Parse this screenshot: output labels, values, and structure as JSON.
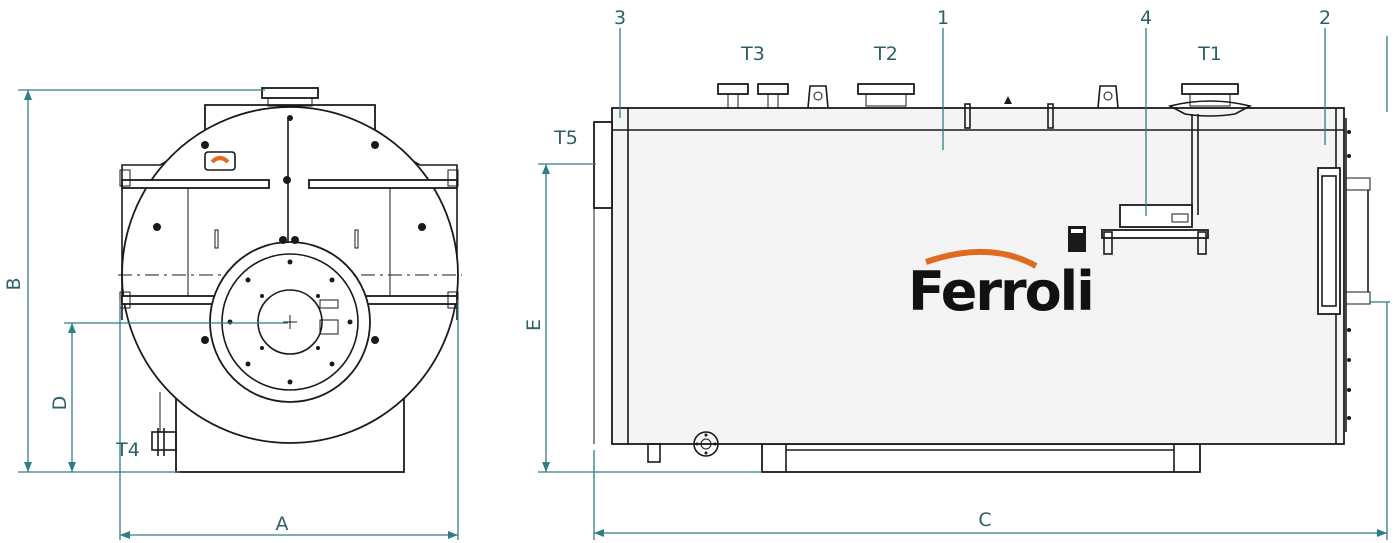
{
  "diagram": {
    "brand_logo": "Ferroli",
    "dimension_labels": {
      "width": "A",
      "height": "B",
      "length": "C",
      "flue_height": "D",
      "connection_height": "E"
    },
    "connection_labels": {
      "t1": "T1",
      "t2": "T2",
      "t3": "T3",
      "t4": "T4",
      "t5": "T5"
    },
    "part_numbers": {
      "p1": "1",
      "p2": "2",
      "p3": "3",
      "p4": "4"
    },
    "colors": {
      "dimension_lines": "#2f7d86",
      "label_text": "#2c5f67",
      "drawing_ink": "#1a1a1a",
      "accent_orange": "#e06a1e"
    }
  }
}
